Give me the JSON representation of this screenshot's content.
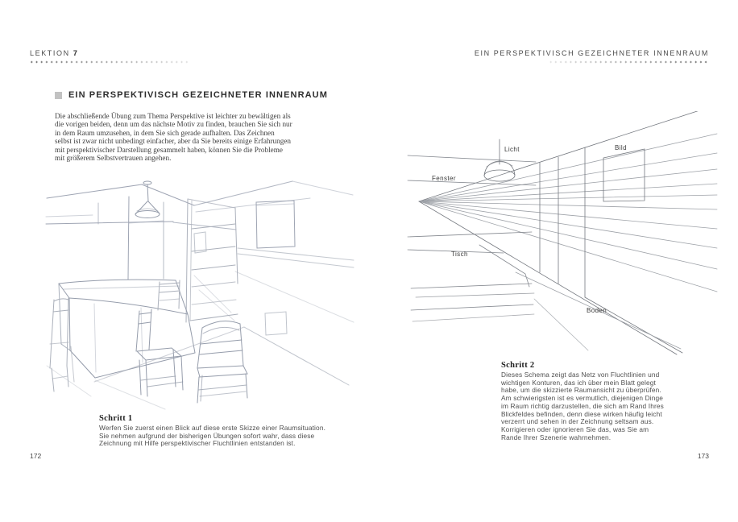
{
  "page_left": {
    "header": {
      "label": "LEKTION",
      "number": "7"
    },
    "title": "EIN PERSPEKTIVISCH GEZEICHNETER INNENRAUM",
    "intro_lines": [
      "Die abschließende Übung zum Thema Perspektive ist leichter zu bewältigen als",
      "die vorigen beiden, denn um das nächste Motiv zu finden, brauchen Sie sich nur",
      "in dem Raum umzusehen, in dem Sie sich gerade aufhalten. Das Zeichnen",
      "selbst ist zwar nicht unbedingt einfacher, aber da Sie bereits einige Erfahrungen",
      "mit perspektivischer Darstellung gesammelt haben, können Sie die Probleme",
      "mit größerem Selbstvertrauen angehen."
    ],
    "step": {
      "heading": "Schritt 1",
      "lines": [
        "Werfen Sie zuerst einen Blick auf diese erste Skizze einer Raumsituation.",
        "Sie nehmen aufgrund der bisherigen Übungen sofort wahr, dass diese",
        "Zeichnung mit Hilfe perspektivischer Fluchtlinien entstanden ist."
      ]
    },
    "page_number": "172"
  },
  "page_right": {
    "header": "EIN PERSPEKTIVISCH GEZEICHNETER INNENRAUM",
    "diagram_labels": {
      "licht": "Licht",
      "bild": "Bild",
      "fenster": "Fenster",
      "tisch": "Tisch",
      "boden": "Boden"
    },
    "step": {
      "heading": "Schritt 2",
      "lines": [
        "Dieses Schema zeigt das Netz von Fluchtlinien und",
        "wichtigen Konturen, das ich über mein Blatt gelegt",
        "habe, um die skizzierte Raumansicht zu überprüfen.",
        "Am schwierigsten ist es vermutlich, diejenigen Dinge",
        "im Raum richtig darzustellen, die sich am Rand Ihres",
        "Blickfeldes befinden, denn diese wirken häufig leicht",
        "verzerrt und sehen in der Zeichnung seltsam aus.",
        "Korrigieren oder ignorieren Sie das, was Sie am",
        "Rande Ihrer Szenerie wahrnehmen."
      ]
    },
    "page_number": "173"
  },
  "decor": {
    "diamond_row": "✦✦✦✦✦✦✦✦✦✦✦✦✦✦✦✦✦✦✦✦✦✦✦✦✦✦✦✦✦✦✦✦"
  },
  "colors": {
    "pencil": "#a2a8b4",
    "pencil_dark": "#868ea0",
    "scheme_ink": "#74787f",
    "scheme_faint": "#9ea2a8",
    "marker_square": "#c2c2c2"
  }
}
